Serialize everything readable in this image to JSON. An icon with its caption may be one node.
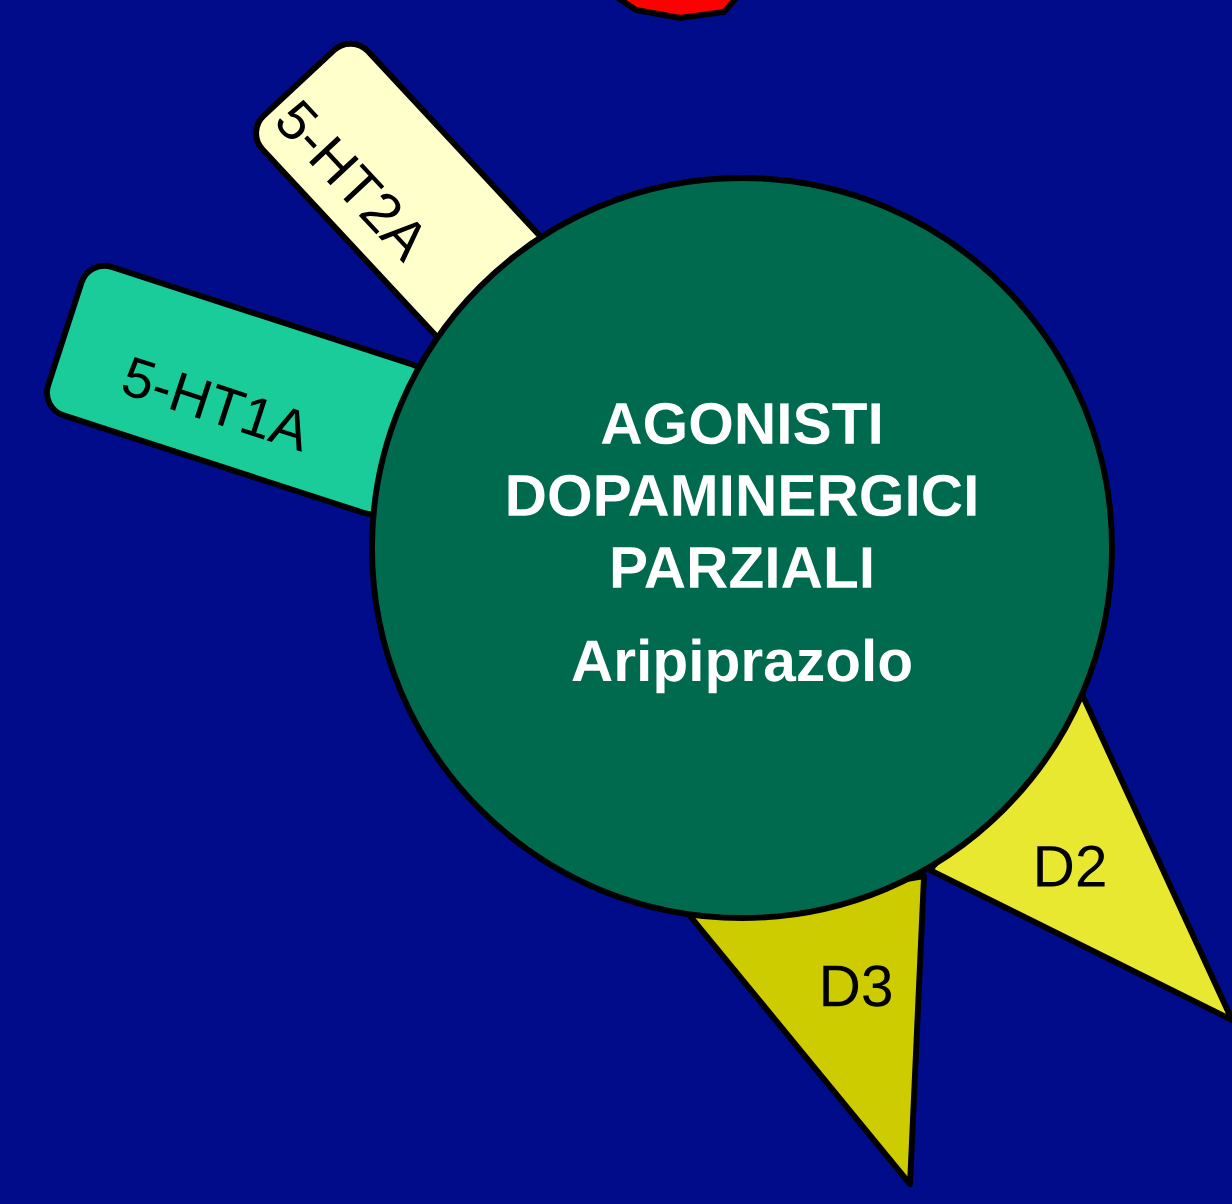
{
  "diagram": {
    "nodes": [
      {
        "text": [
          "5-HT2A"
        ]
      },
      {
        "text": [
          "5-HT1A"
        ]
      },
      {
        "text": [
          "AGONISTI DOPAMINERGICI PARZIALI",
          "Aripiprazolo"
        ]
      },
      {
        "text": [
          "D2"
        ]
      },
      {
        "text": [
          "D3"
        ]
      }
    ]
  }
}
